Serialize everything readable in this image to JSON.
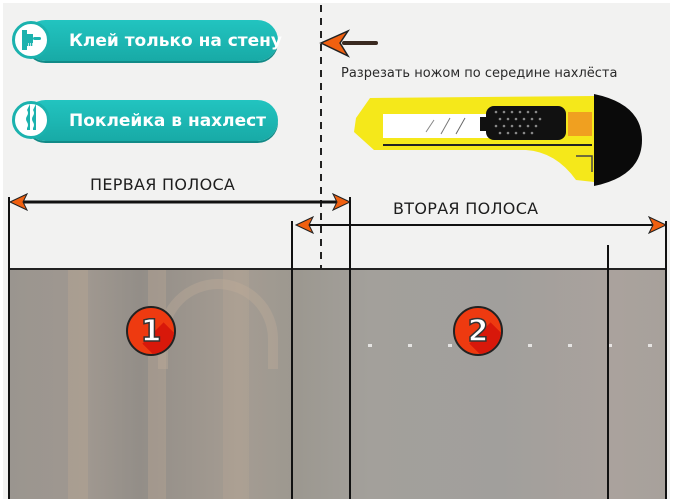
{
  "buttons": [
    {
      "label": "Клей только на стену",
      "icon": "glue-brush-icon"
    },
    {
      "label": "Поклейка в нахлест",
      "icon": "overlap-strips-icon"
    }
  ],
  "cut_instruction": "Разрезать ножом по середине нахлёста",
  "strips": [
    {
      "label": "ПЕРВАЯ ПОЛОСА",
      "badge": "1"
    },
    {
      "label": "ВТОРАЯ ПОЛОСА",
      "badge": "2"
    }
  ],
  "colors": {
    "teal": "#1bb2ae",
    "arrow_orange": "#f06010",
    "badge_red": "#ee3a10",
    "knife_yellow": "#f5e81a",
    "knife_orange": "#f0a020"
  }
}
